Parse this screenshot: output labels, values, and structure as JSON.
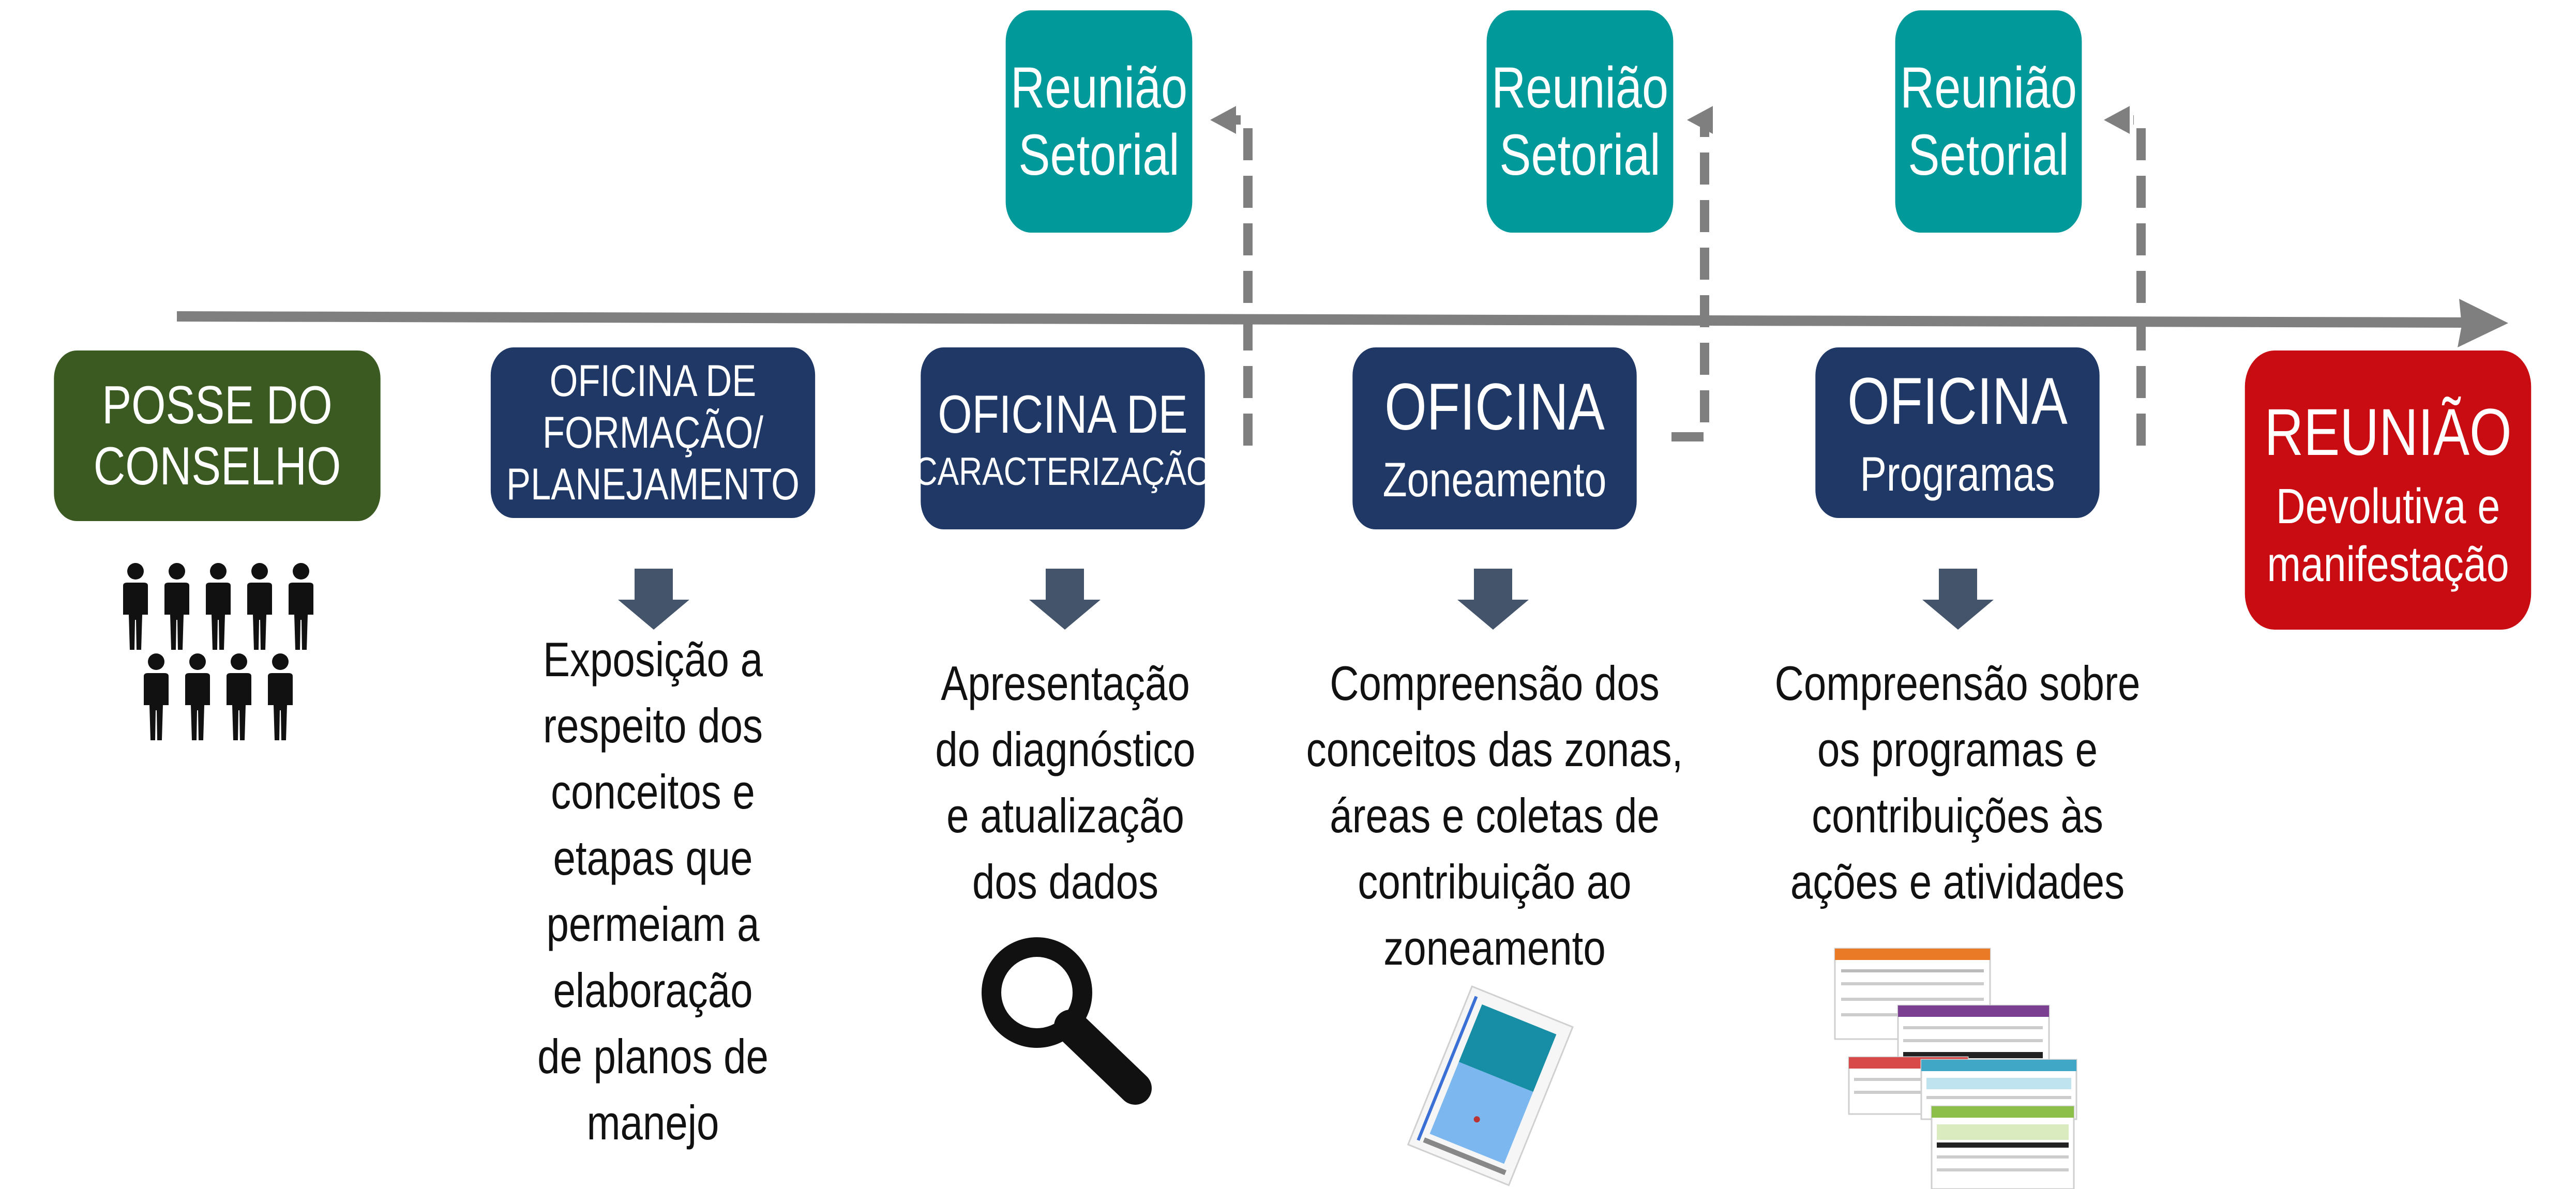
{
  "steps": [
    {
      "title": [
        "POSSE DO",
        "CONSELHO"
      ]
    },
    {
      "title": [
        "OFICINA DE",
        "FORMAÇÃO/",
        "PLANEJAMENTO"
      ],
      "description": [
        "Exposição a",
        "respeito dos",
        "conceitos e",
        "etapas que",
        "permeiam a",
        "elaboração",
        "de planos de",
        "manejo"
      ]
    },
    {
      "title": [
        "OFICINA DE"
      ],
      "subtitle": "CARACTERIZAÇÃO",
      "description": [
        "Apresentação",
        "do diagnóstico",
        "e atualização",
        "dos dados"
      ]
    },
    {
      "title": [
        "OFICINA"
      ],
      "subtitle": "Zoneamento",
      "description": [
        "Compreensão dos",
        "conceitos das zonas,",
        "áreas e coletas de",
        "contribuição ao",
        "zoneamento"
      ]
    },
    {
      "title": [
        "OFICINA"
      ],
      "subtitle": "Programas",
      "description": [
        "Compreensão sobre",
        "os programas e",
        "contribuições às",
        "ações e atividades"
      ]
    },
    {
      "title": [
        "REUNIÃO"
      ],
      "subtitle": [
        "Devolutiva e",
        "manifestação"
      ]
    }
  ],
  "meetings": [
    {
      "label": [
        "Reunião",
        "Setorial"
      ]
    },
    {
      "label": [
        "Reunião",
        "Setorial"
      ]
    },
    {
      "label": [
        "Reunião",
        "Setorial"
      ]
    }
  ],
  "icons": [
    "people-group-icon",
    "magnifier-icon",
    "zoning-map-thumbnail",
    "program-tables-thumbnail"
  ],
  "colors": {
    "green": "#3b5a22",
    "navy": "#1f3866",
    "teal": "#02999a",
    "red": "#c90b12",
    "timeline": "#7f7f7f",
    "down_arrow": "#44546a"
  }
}
